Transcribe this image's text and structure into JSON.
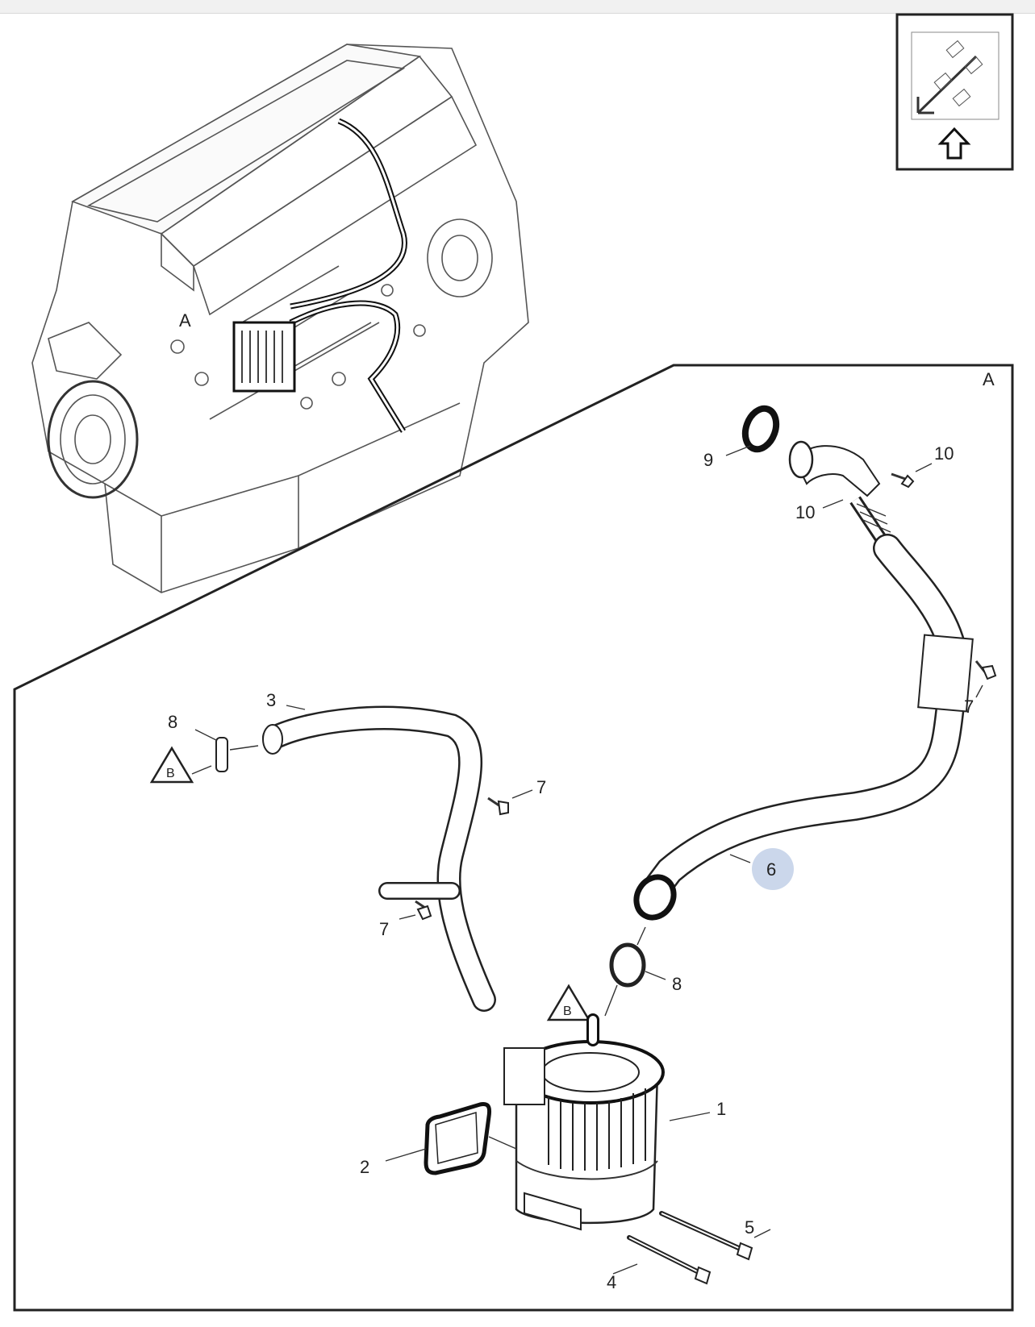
{
  "detail_view_label": "A",
  "engine_view_label": "A",
  "callouts": {
    "oil_separator": "1",
    "gasket": "2",
    "hose_rear": "3",
    "bolt_lower": "4",
    "bolt_upper": "5",
    "hose_main": "6",
    "bolt_bracket_right": "7",
    "bolt_bracket_mid": "7",
    "bolt_bracket_low": "7",
    "clamp_left": "8",
    "clamp_lower": "8",
    "seal_ring": "9",
    "bolt_top_a": "10",
    "bolt_top_b": "10"
  },
  "warning_symbol_letter": "B",
  "highlight_color": "#a8bddd",
  "icons": [
    "engine-overview-icon",
    "orientation-arrow-icon",
    "warning-triangle-icon"
  ]
}
